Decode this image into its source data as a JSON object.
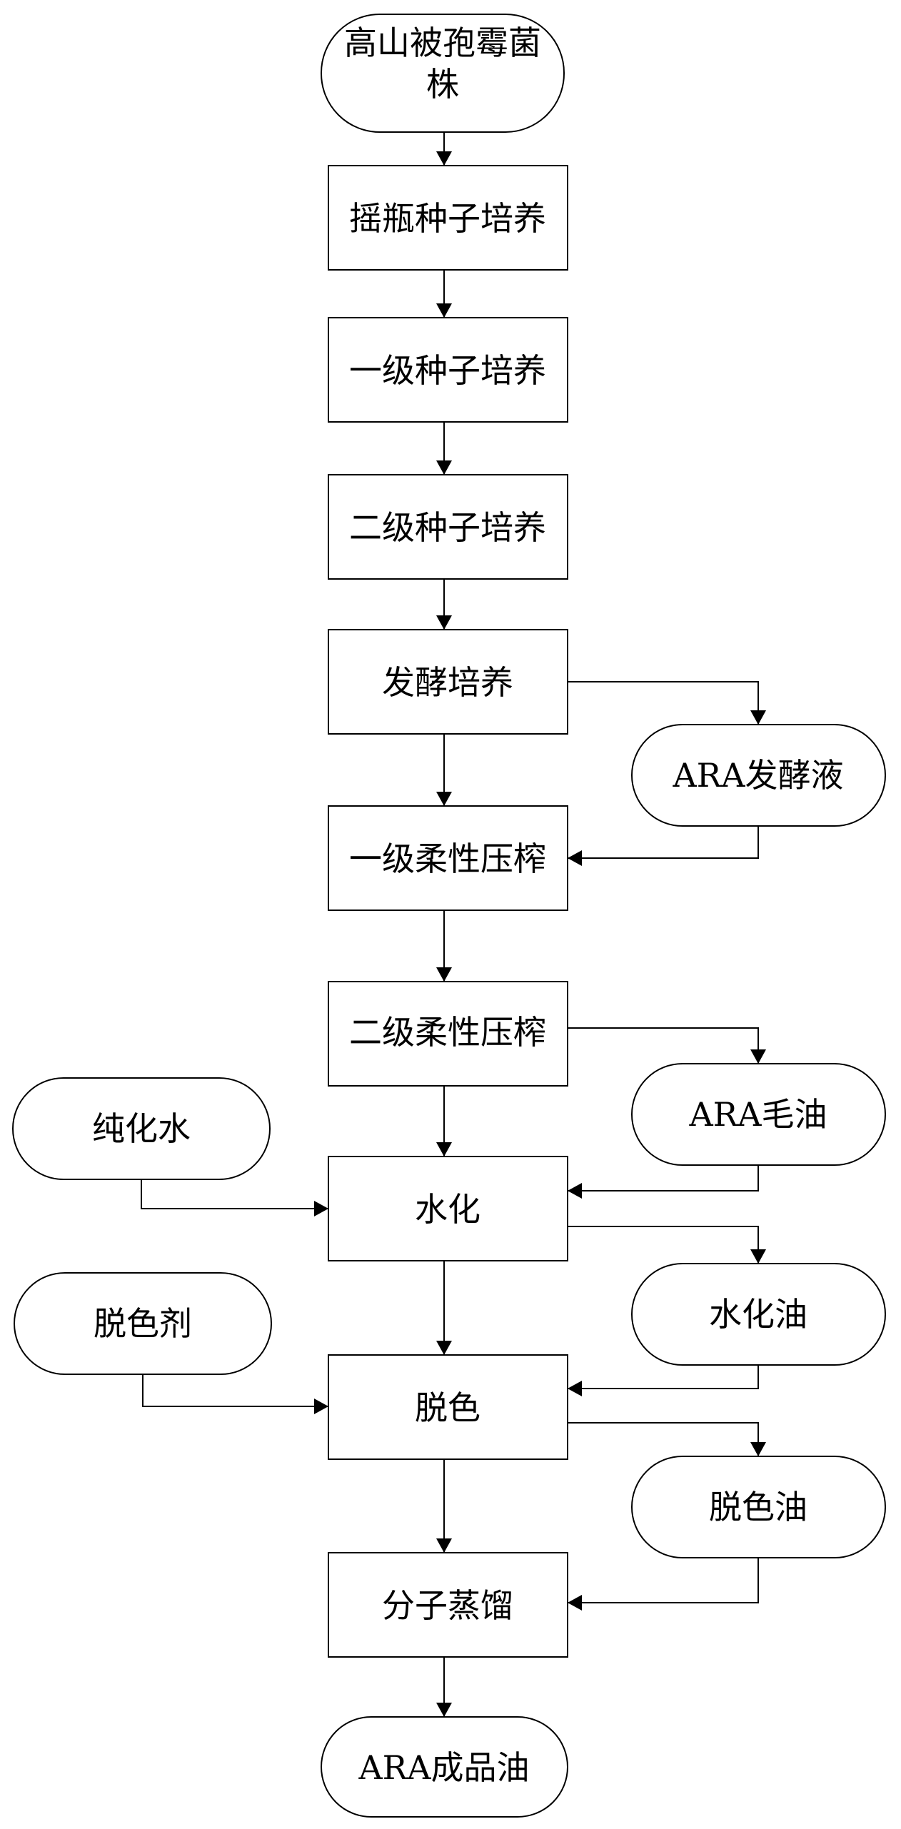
{
  "flowchart": {
    "start": {
      "line1": "高山被孢霉菌",
      "line2": "株"
    },
    "shake_flask": "摇瓶种子培养",
    "primary_seed": "一级种子培养",
    "secondary_seed": "二级种子培养",
    "fermentation": "发酵培养",
    "fermentation_broth": "ARA发酵液",
    "primary_press": "一级柔性压榨",
    "secondary_press": "二级柔性压榨",
    "crude_oil": "ARA毛油",
    "purified_water": "纯化水",
    "hydration": "水化",
    "hydrated_oil": "水化油",
    "decolorant": "脱色剂",
    "decolorization": "脱色",
    "decolorized_oil": "脱色油",
    "molecular_distillation": "分子蒸馏",
    "final_product": "ARA成品油"
  }
}
